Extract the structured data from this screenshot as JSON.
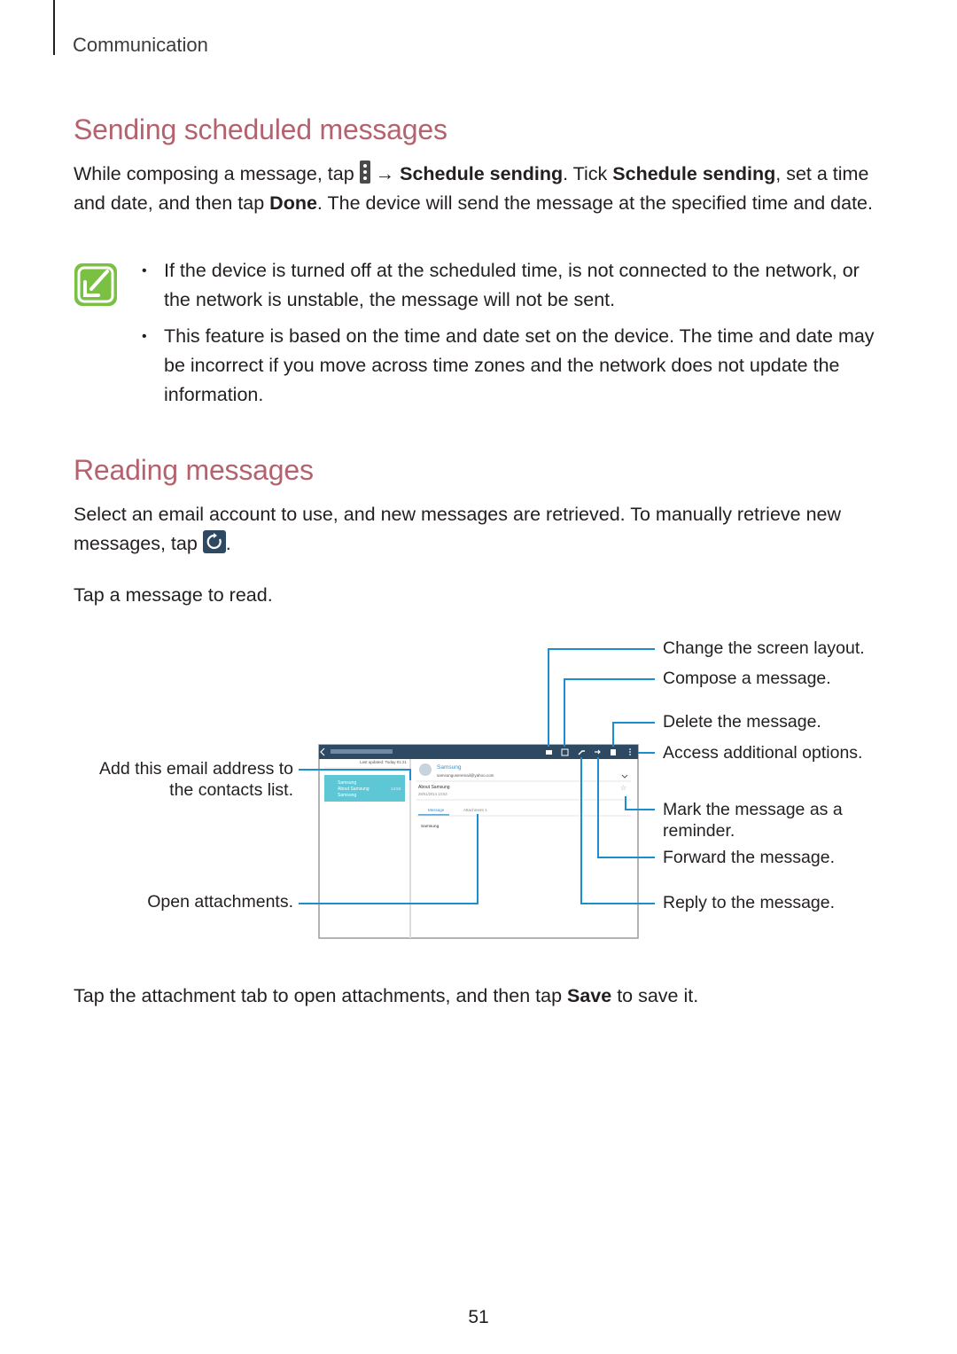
{
  "header": {
    "section": "Communication"
  },
  "scheduled": {
    "heading": "Sending scheduled messages",
    "intro": {
      "t1": "While composing a message, tap ",
      "t2": " → ",
      "b1": "Schedule sending",
      "t3": ". Tick ",
      "b2": "Schedule sending",
      "t4": ", set a time and date, and then tap ",
      "b3": "Done",
      "t5": ". The device will send the message at the specified time and date."
    },
    "notes": [
      "If the device is turned off at the scheduled time, is not connected to the network, or the network is unstable, the message will not be sent.",
      "This feature is based on the time and date set on the device. The time and date may be incorrect if you move across time zones and the network does not update the information."
    ]
  },
  "reading": {
    "heading": "Reading messages",
    "intro1": "Select an email account to use, and new messages are retrieved. To manually retrieve new messages, tap ",
    "intro1_end": ".",
    "intro2": "Tap a message to read.",
    "outro": {
      "t1": "Tap the attachment tab to open attachments, and then tap ",
      "b1": "Save",
      "t2": " to save it."
    }
  },
  "callouts": {
    "change_layout": "Change the screen layout.",
    "compose": "Compose a message.",
    "delete": "Delete the message.",
    "more_options": "Access additional options.",
    "mark_reminder_1": "Mark the message as a",
    "mark_reminder_2": "reminder.",
    "forward": "Forward the message.",
    "reply": "Reply to the message.",
    "add_contact_1": "Add this email address to",
    "add_contact_2": "the contacts list.",
    "open_attachments": "Open attachments."
  },
  "screen": {
    "last_updated": "Last updated: Today 01:21",
    "list_item_sender": "Samsung",
    "list_item_subject": "About Samsung",
    "list_item_time": "14:53",
    "sender_name": "Samsung",
    "sender_email": "samsunguseremail@yahoo.com",
    "subject": "About Samsung",
    "date": "28/01/2014 13:53",
    "tab_message": "Message",
    "tab_attachment": "Attachment 1",
    "body": "Samsung"
  },
  "footer": {
    "page": "51"
  },
  "colors": {
    "heading": "#b5626f",
    "callout_line": "#1a8fd0",
    "action_bar": "#2e4a63",
    "note_icon": "#7ac143",
    "list_highlight": "#5ec7d6"
  }
}
